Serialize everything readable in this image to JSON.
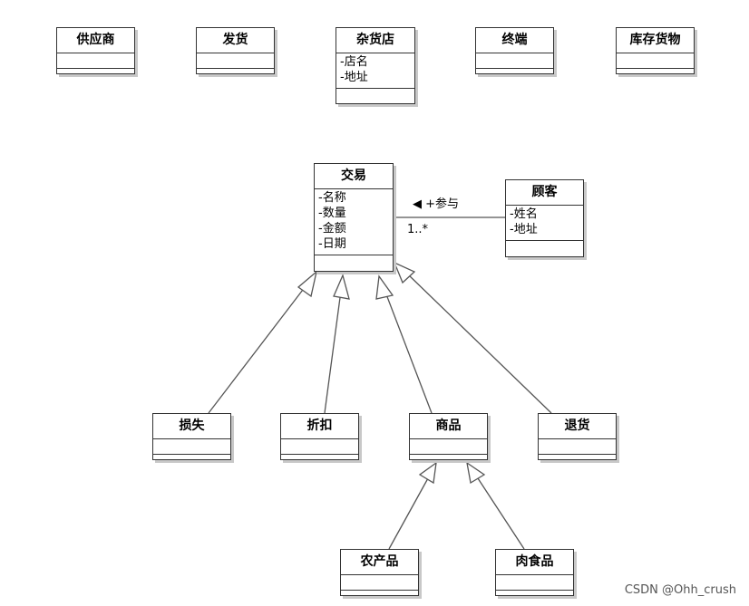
{
  "classes": {
    "supplier": {
      "name": "供应商",
      "attrs": []
    },
    "shipment": {
      "name": "发货",
      "attrs": []
    },
    "grocery": {
      "name": "杂货店",
      "attrs": [
        "-店名",
        "-地址"
      ]
    },
    "terminal": {
      "name": "终端",
      "attrs": []
    },
    "inventory": {
      "name": "库存货物",
      "attrs": []
    },
    "transaction": {
      "name": "交易",
      "attrs": [
        "-名称",
        "-数量",
        "-金额",
        "-日期"
      ]
    },
    "customer": {
      "name": "顾客",
      "attrs": [
        "-姓名",
        "-地址"
      ]
    },
    "loss": {
      "name": "损失",
      "attrs": []
    },
    "discount": {
      "name": "折扣",
      "attrs": []
    },
    "goods": {
      "name": "商品",
      "attrs": []
    },
    "return": {
      "name": "退货",
      "attrs": []
    },
    "produce": {
      "name": "农产品",
      "attrs": []
    },
    "meat": {
      "name": "肉食品",
      "attrs": []
    }
  },
  "association": {
    "label": "◀ +参与",
    "multiplicity": "1..*"
  },
  "watermark": "CSDN @Ohh_crush"
}
